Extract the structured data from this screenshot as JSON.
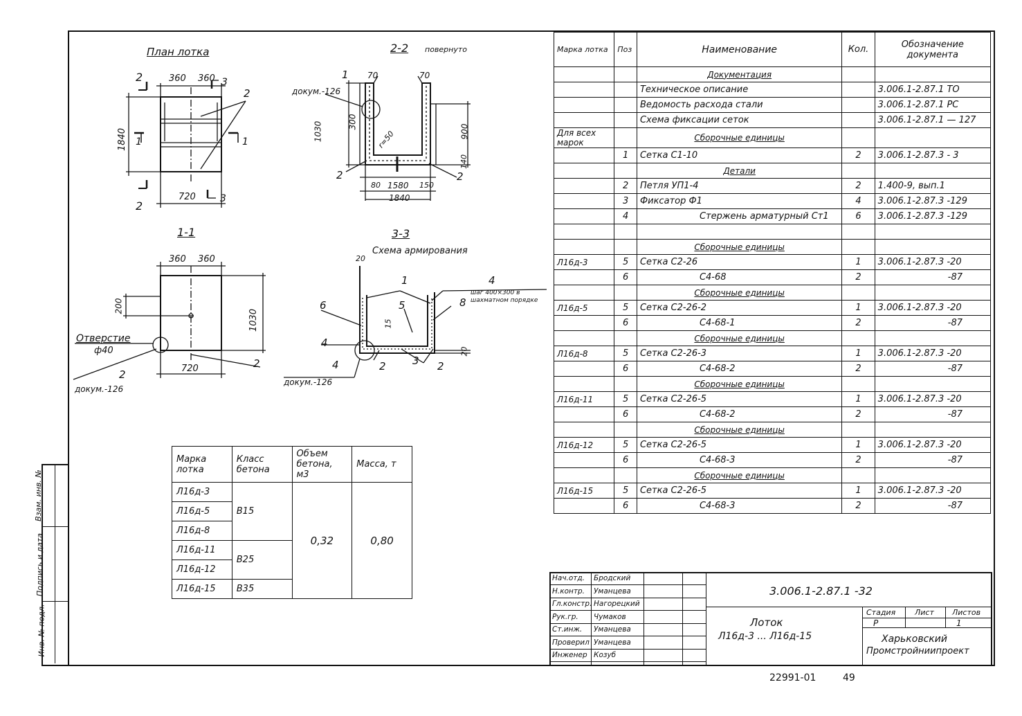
{
  "drawings": {
    "plan": {
      "title": "План лотка",
      "d360a": "360",
      "d360b": "360",
      "d1840": "1840",
      "d720": "720",
      "cut2a": "2",
      "cut2b": "2",
      "cut1a": "1",
      "cut1b": "1",
      "cut3a": "3",
      "cut3b": "3",
      "lbl2": "2"
    },
    "s22": {
      "title": "2-2",
      "subtitle": "повернуто",
      "d70a": "70",
      "d70b": "70",
      "d1030": "1030",
      "d300": "300",
      "d900": "900",
      "d140": "140",
      "d80": "80",
      "d1580": "1580",
      "d150": "150",
      "d1840": "1840",
      "r50": "r=50",
      "lbl1": "1",
      "lbl2a": "2",
      "lbl2b": "2",
      "dokum": "докум.-126"
    },
    "s11": {
      "title": "1-1",
      "d360a": "360",
      "d360b": "360",
      "d200": "200",
      "d1030": "1030",
      "d720": "720",
      "hole": "Отверстие",
      "hole_d": "ф40",
      "lbl2a": "2",
      "lbl2b": "2",
      "dokum": "докум.-126"
    },
    "s33": {
      "title": "3-3",
      "subtitle": "Схема армирования",
      "d20a": "20",
      "d20b": "20",
      "d15": "15",
      "step": "шаг 400×300 в шахматном порядке",
      "l1": "1",
      "l2a": "2",
      "l2b": "2",
      "l3": "3",
      "l4a": "4",
      "l4b": "4",
      "l4c": "4",
      "l5": "5",
      "l6": "6",
      "l8": "8",
      "dokum": "докум.-126"
    }
  },
  "concrete_table": {
    "headers": [
      "Марка лотка",
      "Класс бетона",
      "Объем бетона, м3",
      "Масса, т"
    ],
    "marks": [
      "Л16д-3",
      "Л16д-5",
      "Л16д-8",
      "Л16д-11",
      "Л16д-12",
      "Л16д-15"
    ],
    "classes": [
      "В15",
      "В25",
      "В35"
    ],
    "volume": "0,32",
    "mass": "0,80"
  },
  "spec": {
    "headers": {
      "mark": "Марка лотка",
      "pos": "Поз",
      "name": "Наименование",
      "qty": "Кол.",
      "doc": "Обозначение документа"
    },
    "rows": [
      {
        "mark": "",
        "pos": "",
        "name": "Документация",
        "sec": true,
        "qty": "",
        "doc": ""
      },
      {
        "mark": "",
        "pos": "",
        "name": "Техническое описание",
        "qty": "",
        "doc": "3.006.1-2.87.1   ТО"
      },
      {
        "mark": "",
        "pos": "",
        "name": "Ведомость расхода стали",
        "qty": "",
        "doc": "3.006.1-2.87.1   РС"
      },
      {
        "mark": "",
        "pos": "",
        "name": "Схема фиксации сеток",
        "qty": "",
        "doc": "3.006.1-2.87.1 — 127"
      },
      {
        "mark": "Для всех марок",
        "pos": "",
        "name": "Сборочные единицы",
        "sec": true,
        "qty": "",
        "doc": ""
      },
      {
        "mark": "",
        "pos": "1",
        "name": "Сетка   С1-10",
        "qty": "2",
        "doc": "3.006.1-2.87.3 - 3"
      },
      {
        "mark": "",
        "pos": "",
        "name": "Детали",
        "sec": true,
        "qty": "",
        "doc": ""
      },
      {
        "mark": "",
        "pos": "2",
        "name": "Петля   УП1-4",
        "qty": "2",
        "doc": "1.400-9, вып.1"
      },
      {
        "mark": "",
        "pos": "3",
        "name": "Фиксатор   Ф1",
        "qty": "4",
        "doc": "3.006.1-2.87.3 -129"
      },
      {
        "mark": "",
        "pos": "4",
        "name": "Стержень арматурный Ст1",
        "qty": "6",
        "doc": "3.006.1-2.87.3 -129"
      },
      {
        "mark": "",
        "pos": "",
        "name": "",
        "qty": "",
        "doc": ""
      },
      {
        "mark": "",
        "pos": "",
        "name": "Сборочные единицы",
        "sec": true,
        "qty": "",
        "doc": ""
      },
      {
        "mark": "Л16д-3",
        "pos": "5",
        "name": "Сетка   С2-26",
        "qty": "1",
        "doc": "3.006.1-2.87.3 -20"
      },
      {
        "mark": "",
        "pos": "6",
        "name": "С4-68",
        "qty": "2",
        "doc": "-87"
      },
      {
        "mark": "",
        "pos": "",
        "name": "Сборочные единицы",
        "sec": true,
        "qty": "",
        "doc": ""
      },
      {
        "mark": "Л16д-5",
        "pos": "5",
        "name": "Сетка   С2-26-2",
        "qty": "1",
        "doc": "3.006.1-2.87.3 -20"
      },
      {
        "mark": "",
        "pos": "6",
        "name": "С4-68-1",
        "qty": "2",
        "doc": "-87"
      },
      {
        "mark": "",
        "pos": "",
        "name": "Сборочные единицы",
        "sec": true,
        "qty": "",
        "doc": ""
      },
      {
        "mark": "Л16д-8",
        "pos": "5",
        "name": "Сетка   С2-26-3",
        "qty": "1",
        "doc": "3.006.1-2.87.3 -20"
      },
      {
        "mark": "",
        "pos": "6",
        "name": "С4-68-2",
        "qty": "2",
        "doc": "-87"
      },
      {
        "mark": "",
        "pos": "",
        "name": "Сборочные единицы",
        "sec": true,
        "qty": "",
        "doc": ""
      },
      {
        "mark": "Л16д-11",
        "pos": "5",
        "name": "Сетка   С2-26-5",
        "qty": "1",
        "doc": "3.006.1-2.87.3 -20"
      },
      {
        "mark": "",
        "pos": "6",
        "name": "С4-68-2",
        "qty": "2",
        "doc": "-87"
      },
      {
        "mark": "",
        "pos": "",
        "name": "Сборочные единицы",
        "sec": true,
        "qty": "",
        "doc": ""
      },
      {
        "mark": "Л16д-12",
        "pos": "5",
        "name": "Сетка   С2-26-5",
        "qty": "1",
        "doc": "3.006.1-2.87.3 -20"
      },
      {
        "mark": "",
        "pos": "6",
        "name": "С4-68-3",
        "qty": "2",
        "doc": "-87"
      },
      {
        "mark": "",
        "pos": "",
        "name": "Сборочные единицы",
        "sec": true,
        "qty": "",
        "doc": ""
      },
      {
        "mark": "Л16д-15",
        "pos": "5",
        "name": "Сетка   С2-26-5",
        "qty": "1",
        "doc": "3.006.1-2.87.3 -20"
      },
      {
        "mark": "",
        "pos": "6",
        "name": "С4-68-3",
        "qty": "2",
        "doc": "-87"
      }
    ]
  },
  "title_block": {
    "roles": [
      "Нач.отд.",
      "Н.контр.",
      "Гл.констр.",
      "Рук.гр.",
      "Ст.инж.",
      "Проверил",
      "Инженер"
    ],
    "names": [
      "Бродский",
      "Уманцева",
      "Нагорецкий",
      "Чумаков",
      "Уманцева",
      "Уманцева",
      "Козуб"
    ],
    "doc_code": "3.006.1-2.87.1 -32",
    "product": "Лоток",
    "range": "Л16д-3 ... Л16д-15",
    "stage_label": "Стадия",
    "sheet_label": "Лист",
    "sheets_label": "Листов",
    "stage": "Р",
    "sheets": "1",
    "org1": "Харьковский",
    "org2": "Промстройниипроект"
  },
  "side_labels": [
    "Взам. инв. №",
    "Подпись и дата",
    "Инв. № подл."
  ],
  "footer": {
    "code": "22991-01",
    "page": "49"
  }
}
